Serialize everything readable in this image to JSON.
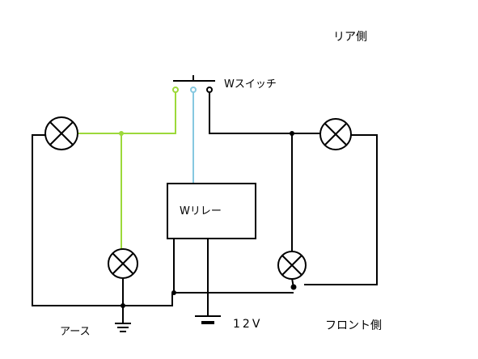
{
  "labels": {
    "rear_side": "リア側",
    "w_switch": "Wスイッチ",
    "w_relay": "Wリレー",
    "front_side": "フロント側",
    "ground": "アース",
    "supply_voltage": "12V"
  },
  "colors": {
    "wire": "#000000",
    "green_wire": "#9cd93a",
    "blue_wire": "#86c8e0",
    "background": "#ffffff"
  },
  "components": {
    "lamps": [
      "lamp-rear-left",
      "lamp-front-left",
      "lamp-rear-right",
      "lamp-front-right"
    ],
    "switch_terminals": [
      "green",
      "blue",
      "black"
    ]
  }
}
